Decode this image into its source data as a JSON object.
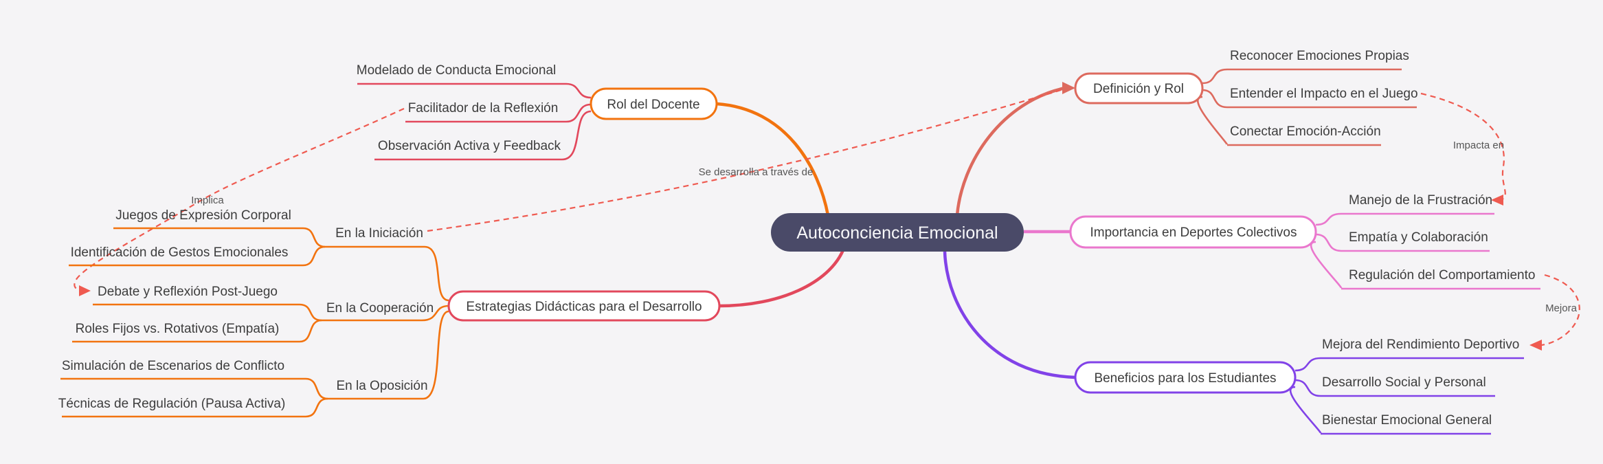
{
  "root": {
    "label": "Autoconciencia Emocional"
  },
  "branches": {
    "rol_docente": {
      "label": "Rol del Docente",
      "children": [
        "Modelado de Conducta Emocional",
        "Facilitador de la Reflexión",
        "Observación Activa y Feedback"
      ]
    },
    "estrategias": {
      "label": "Estrategias Didácticas para el Desarrollo",
      "subbranches": [
        {
          "label": "En la Iniciación",
          "children": [
            "Juegos de Expresión Corporal",
            "Identificación de Gestos Emocionales"
          ]
        },
        {
          "label": "En la Cooperación",
          "children": [
            "Debate y Reflexión Post-Juego",
            "Roles Fijos vs. Rotativos (Empatía)"
          ]
        },
        {
          "label": "En la Oposición",
          "children": [
            "Simulación de Escenarios de Conflicto",
            "Técnicas de Regulación (Pausa Activa)"
          ]
        }
      ]
    },
    "definicion": {
      "label": "Definición y Rol",
      "children": [
        "Reconocer Emociones Propias",
        "Entender el Impacto en el Juego",
        "Conectar Emoción-Acción"
      ]
    },
    "importancia": {
      "label": "Importancia en Deportes Colectivos",
      "children": [
        "Manejo de la Frustración",
        "Empatía y Colaboración",
        "Regulación del Comportamiento"
      ]
    },
    "beneficios": {
      "label": "Beneficios para los Estudiantes",
      "children": [
        "Mejora del Rendimiento Deportivo",
        "Desarrollo Social y Personal",
        "Bienestar Emocional General"
      ]
    }
  },
  "link_labels": {
    "se_desarrolla": "Se desarrolla a través de",
    "implica": "Implica",
    "impacta_en": "Impacta en",
    "mejora": "Mejora"
  },
  "colors": {
    "background": "#f5f4f6",
    "center_fill": "#4a4a68",
    "center_text": "#f7f7f9",
    "orange": "#f2730f",
    "crimson": "#e2485c",
    "salmon": "#dd6a5e",
    "pink": "#ea77cd",
    "purple": "#8142e8",
    "dashed_red": "#ef5a50",
    "node_fill": "#ffffff",
    "leaf_text": "#3d3d3d",
    "label_text": "#555555"
  }
}
